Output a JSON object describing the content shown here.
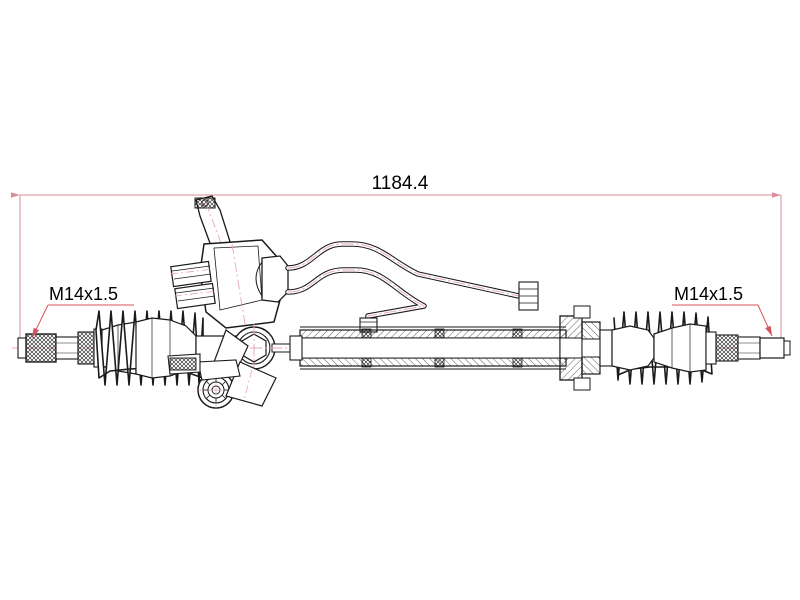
{
  "drawing": {
    "type": "technical-engineering-drawing",
    "subject": "Hydraulic power steering rack and pinion assembly",
    "background_color": "#ffffff",
    "outline_color": "#1a1a1a",
    "centerline_color": "#e7a8b0",
    "dimension_color": "#d98d96",
    "leader_color": "#d4545c"
  },
  "dimensions": {
    "overall_length": {
      "value": "1184.4",
      "unit": "mm",
      "position": "top-center",
      "arrow_style": "double-ended"
    }
  },
  "annotations": {
    "left_thread": {
      "label": "M14x1.5",
      "target": "left tie rod threaded end",
      "leader": "arrow pointing down-right to left rod thread"
    },
    "right_thread": {
      "label": "M14x1.5",
      "target": "right tie rod threaded end",
      "leader": "arrow pointing down-left to right rod thread"
    }
  },
  "components": [
    {
      "name": "left-tie-rod-thread",
      "type": "threaded-shaft"
    },
    {
      "name": "left-bellows-boot",
      "type": "accordion-boot",
      "pleats": 11
    },
    {
      "name": "valve-housing",
      "type": "rotary-valve-body"
    },
    {
      "name": "pinion-input-shaft",
      "type": "splined-shaft"
    },
    {
      "name": "hydraulic-port-fittings",
      "type": "port-nuts",
      "count": 2
    },
    {
      "name": "hex-adjuster-plug",
      "type": "rack-guide-plug"
    },
    {
      "name": "mounting-bushing",
      "type": "bearing-eye"
    },
    {
      "name": "hydraulic-tube-upper",
      "type": "pressure-line"
    },
    {
      "name": "hydraulic-tube-lower",
      "type": "return-line"
    },
    {
      "name": "rack-cylinder-tube",
      "type": "sectioned-cylinder"
    },
    {
      "name": "right-bellows-boot",
      "type": "accordion-boot",
      "pleats": 11
    },
    {
      "name": "right-tie-rod-thread",
      "type": "threaded-shaft"
    }
  ]
}
